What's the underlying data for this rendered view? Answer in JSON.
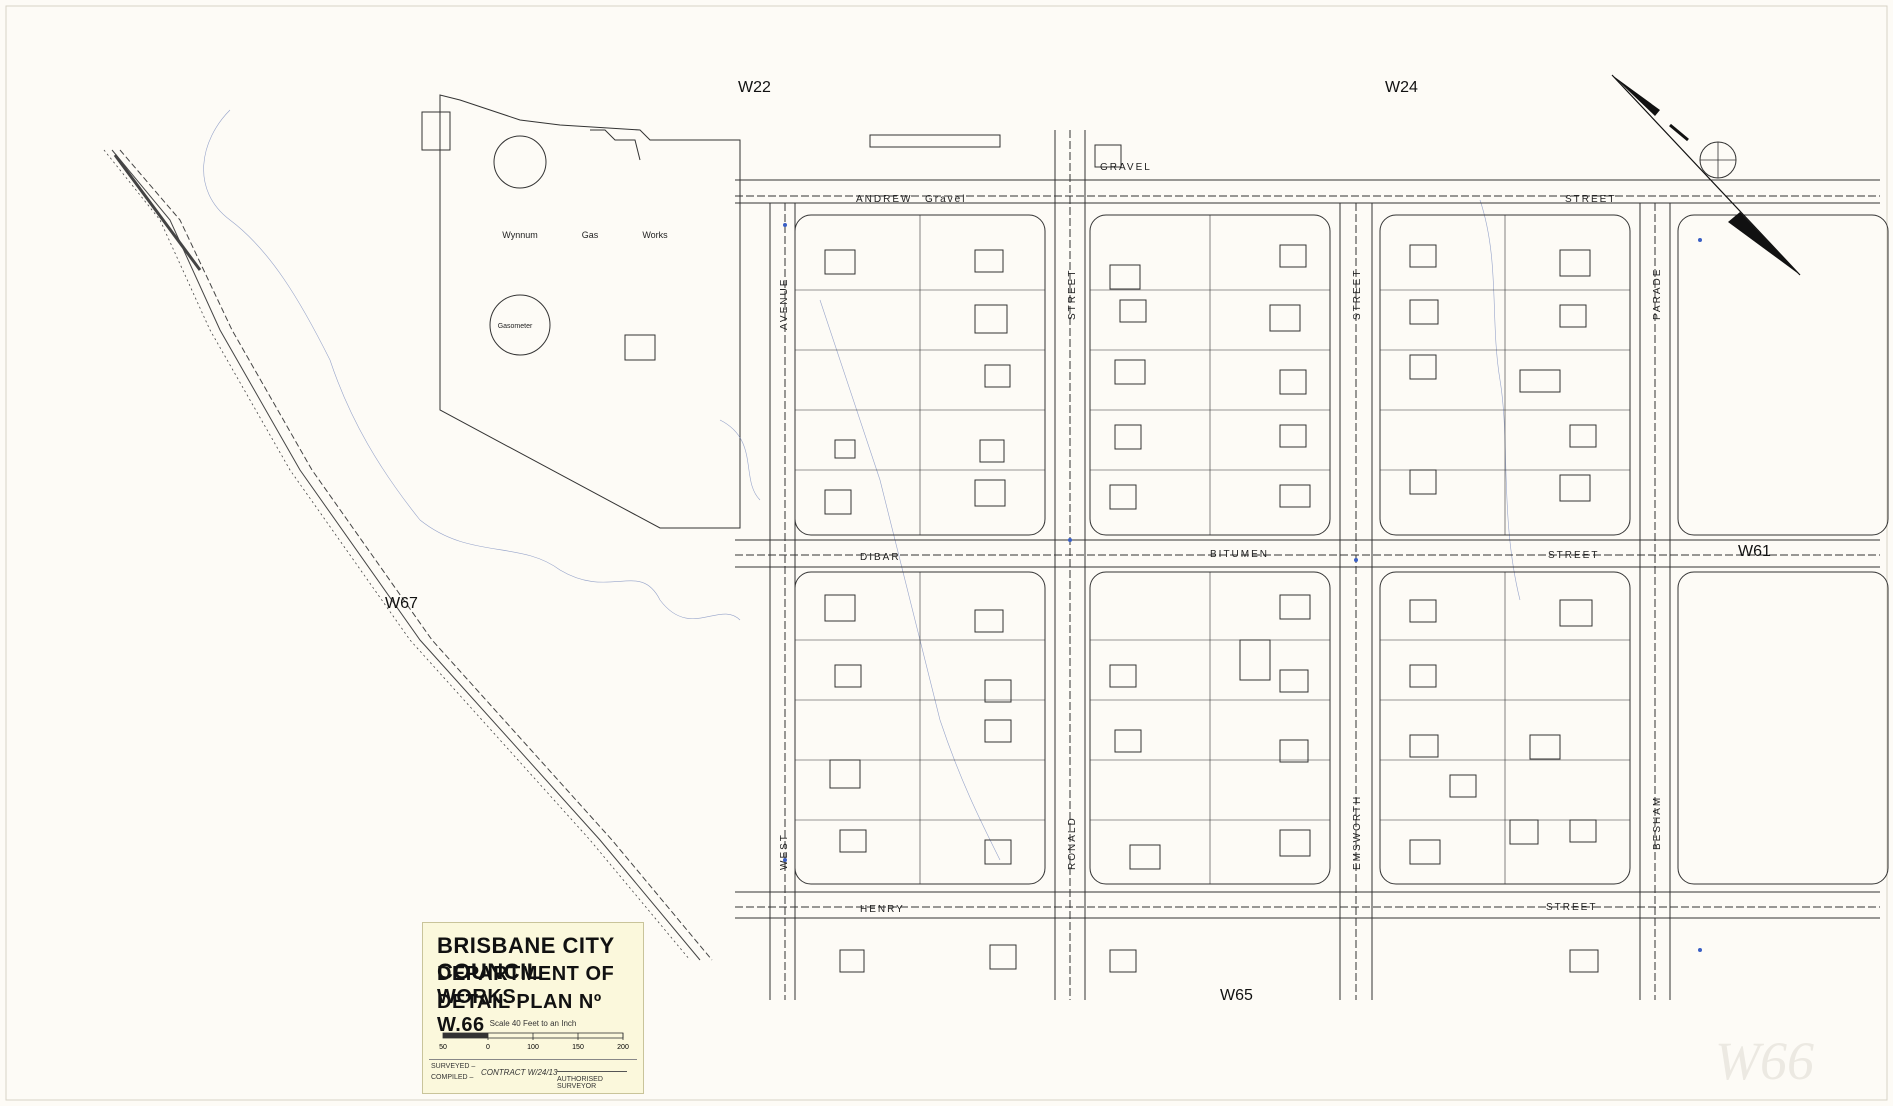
{
  "grid_refs": {
    "north_left": "W22",
    "north_right": "W24",
    "west": "W67",
    "east": "W61",
    "south": "W65"
  },
  "streets": {
    "andrew": "ANDREW",
    "andrew_surface": "Gravel",
    "andrew_street": "STREET",
    "dibar": "DIBAR",
    "dibar_street": "STREET",
    "henry": "HENRY",
    "henry_street": "STREET",
    "west": "WEST",
    "avenue": "AVENUE",
    "ronald": "RONALD",
    "ronald_street": "STREET",
    "emsworth": "EMSWORTH",
    "emsworth_street": "STREET",
    "besham": "BESHAM",
    "parade": "PARADE",
    "bitumen": "BITUMEN",
    "gravel": "GRAVEL"
  },
  "features": {
    "gas_works_1": "Wynnum",
    "gas_works_2": "Gas",
    "gas_works_3": "Works",
    "gasometer": "Gasometer"
  },
  "title_block": {
    "council": "BRISBANE CITY COUNCIL",
    "department": "DEPARTMENT OF WORKS",
    "plan": "DETAIL PLAN Nº W.66",
    "scale": "Scale 40 Feet to an Inch",
    "scale_ticks": [
      "50",
      "0",
      "100",
      "150",
      "200"
    ],
    "surveyed": "SURVEYED –",
    "compiled": "COMPILED –",
    "contract": "CONTRACT W/24/13",
    "authorised": "AUTHORISED SURVEYOR"
  },
  "watermark": "W66",
  "colors": {
    "paper": "#fdfbf6",
    "ink": "#222222",
    "survey_blue": "#3a5fc4",
    "title_block": "#fbf8dc"
  },
  "icons": {
    "north_arrow": "north-arrow-icon"
  }
}
